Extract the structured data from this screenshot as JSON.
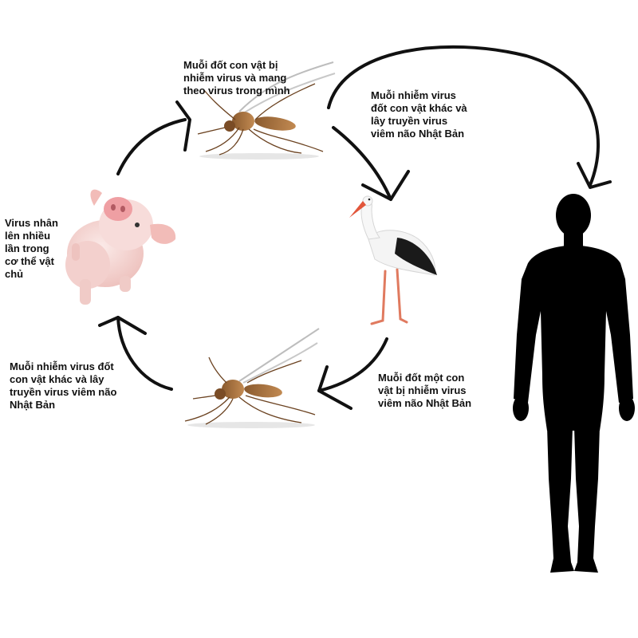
{
  "labels": {
    "top": "Muỗi đốt con vật bị\nnhiễm virus và mang\ntheo virus trong mình",
    "right": "Muỗi nhiễm virus\nđốt con vật khác và\nlây truyền virus\nviêm não Nhật Bản",
    "left": "Virus nhân\nlên nhiều\nlần trong\ncơ thể vật\nchủ",
    "bottom_left": "Muỗi nhiễm virus đốt\ncon vật khác và lây\ntruyền virus viêm não\nNhật Bản",
    "bottom_right": "Muỗi đốt một con\nvật bị nhiễm virus\nviêm não Nhật Bản"
  },
  "icons": {
    "pig": "pig-icon",
    "mosquito_top": "mosquito-icon",
    "mosquito_bottom": "mosquito-icon",
    "stork": "stork-icon",
    "human": "human-silhouette-icon"
  },
  "colors": {
    "arrow": "#111111",
    "human": "#000000",
    "pig": "#f6d8d6",
    "mosquito": "#b07a45"
  }
}
